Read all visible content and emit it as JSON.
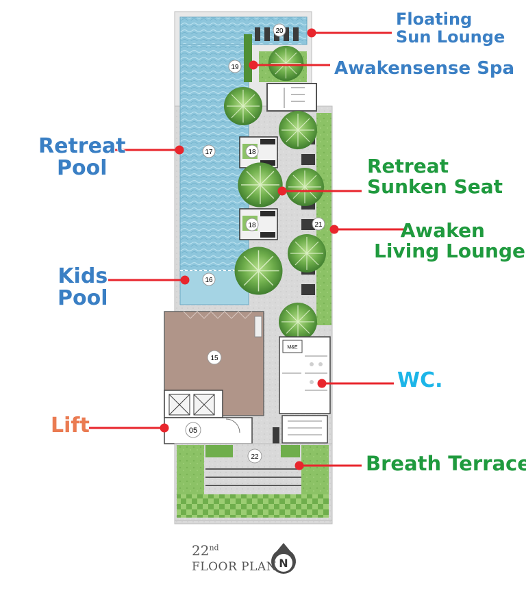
{
  "labels": {
    "floating_sun_lounge_1": "Floating",
    "floating_sun_lounge_2": "Sun Lounge",
    "awakensense_spa": "Awakensense Spa",
    "retreat_pool_1": "Retreat",
    "retreat_pool_2": "Pool",
    "retreat_sunken_seat_1": "Retreat",
    "retreat_sunken_seat_2": "Sunken Seat",
    "awaken_living_lounge_1": "Awaken",
    "awaken_living_lounge_2": "Living Lounge",
    "kids_pool_1": "Kids",
    "kids_pool_2": "Pool",
    "wc": "WC.",
    "lift": "Lift",
    "breath_terrace": "Breath Terrace"
  },
  "markers": {
    "m20": "20",
    "m19": "19",
    "m17": "17",
    "m18a": "18",
    "m18b": "18",
    "m21": "21",
    "m16": "16",
    "m15": "15",
    "m05": "05",
    "m22": "22",
    "me": "M&E"
  },
  "plan": {
    "floor_number": "22",
    "floor_suffix": "nd",
    "floor_text": "FLOOR PLAN",
    "north": "N"
  },
  "colors": {
    "pool": "#8ec6dc",
    "lawn": "#8cc266",
    "deck": "#d8d8d8",
    "hall": "#b09589",
    "leader": "#e8262d",
    "blue_label": "#3a7fc4",
    "green_label": "#1f9a3e",
    "cyan_label": "#1cb5e8",
    "orange_label": "#ea7b52"
  },
  "icons": [
    "north-compass-icon",
    "tree-icon",
    "lounger-icon"
  ]
}
